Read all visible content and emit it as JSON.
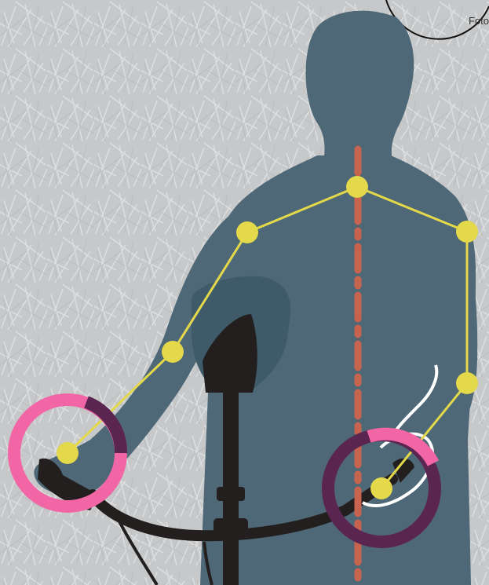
{
  "photo_credit": "Foto",
  "colors": {
    "silhouette": "#4e6878",
    "skeleton": "#e3d94a",
    "spine": "#c7634f",
    "grip_ring": "#f266a6",
    "hand_ring": "#5b2551",
    "detector": "#231f1e",
    "grass": "#c9cbcc"
  },
  "icons": {
    "figure": "person-silhouette",
    "device": "metal-detector",
    "joints": "joint-dot",
    "rings": "highlight-ring"
  }
}
